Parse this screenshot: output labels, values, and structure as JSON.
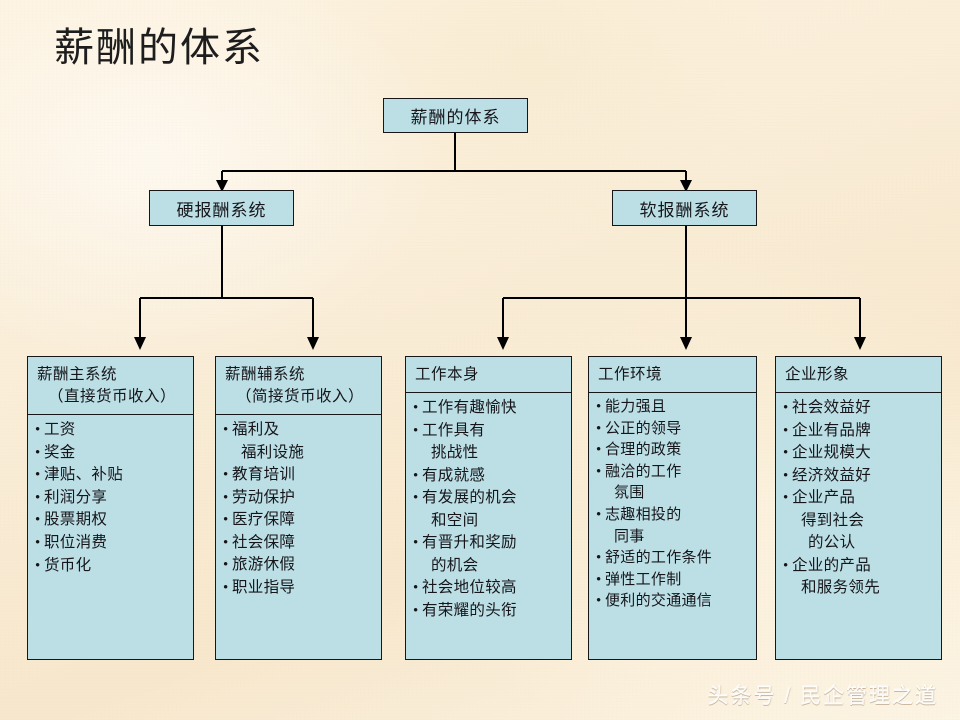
{
  "slide": {
    "title": "薪酬的体系",
    "watermark": "头条号 / 民企管理之道",
    "colors": {
      "background": "#fbf0dc",
      "box_fill": "#bcdfe6",
      "box_border": "#17171a",
      "text": "#16161a",
      "connector": "#000000"
    }
  },
  "tree": {
    "root": {
      "label": "薪酬的体系"
    },
    "level2": [
      {
        "label": "硬报酬系统"
      },
      {
        "label": "软报酬系统"
      }
    ],
    "level3": [
      {
        "header_line1": "薪酬主系统",
        "header_line2": "（直接货币收入）",
        "items": [
          {
            "line1": "工资"
          },
          {
            "line1": "奖金"
          },
          {
            "line1": "津贴、补贴"
          },
          {
            "line1": "利润分享"
          },
          {
            "line1": "股票期权"
          },
          {
            "line1": "职位消费"
          },
          {
            "line1": "货币化"
          }
        ]
      },
      {
        "header_line1": "薪酬辅系统",
        "header_line2": "（简接货币收入）",
        "items": [
          {
            "line1": "福利及",
            "line2": "福利设施"
          },
          {
            "line1": "教育培训"
          },
          {
            "line1": "劳动保护"
          },
          {
            "line1": "医疗保障"
          },
          {
            "line1": "社会保障"
          },
          {
            "line1": "旅游休假"
          },
          {
            "line1": "职业指导"
          }
        ]
      },
      {
        "header_line1": "工作本身",
        "header_line2": "",
        "items": [
          {
            "line1": "工作有趣愉快"
          },
          {
            "line1": "工作具有",
            "line2": "挑战性"
          },
          {
            "line1": "有成就感"
          },
          {
            "line1": "有发展的机会",
            "line2": "和空间"
          },
          {
            "line1": "有晋升和奖励",
            "line2": "的机会"
          },
          {
            "line1": "社会地位较高"
          },
          {
            "line1": "有荣耀的头衔"
          }
        ]
      },
      {
        "header_line1": "工作环境",
        "header_line2": "",
        "items": [
          {
            "line1": "能力强且"
          },
          {
            "line1": "公正的领导"
          },
          {
            "line1": "合理的政策"
          },
          {
            "line1": "融洽的工作",
            "line2": "氛围"
          },
          {
            "line1": "志趣相投的",
            "line2": "同事"
          },
          {
            "line1": "舒适的工作条件"
          },
          {
            "line1": "弹性工作制"
          },
          {
            "line1": "便利的交通通信"
          }
        ]
      },
      {
        "header_line1": "企业形象",
        "header_line2": "",
        "items": [
          {
            "line1": "社会效益好"
          },
          {
            "line1": "企业有品牌"
          },
          {
            "line1": "企业规模大"
          },
          {
            "line1": "经济效益好"
          },
          {
            "line1": "企业产品",
            "line2": "得到社会",
            "line3": "的公认"
          },
          {
            "line1": "企业的产品",
            "line2": "和服务领先"
          }
        ]
      }
    ]
  }
}
